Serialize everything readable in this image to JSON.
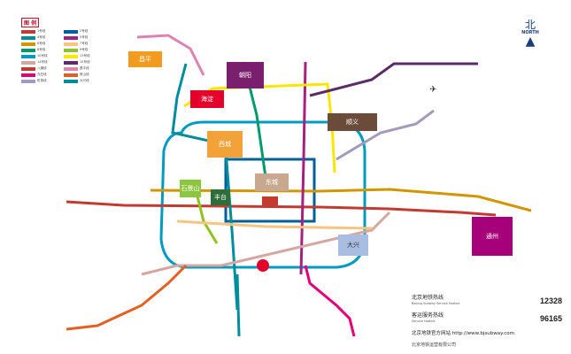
{
  "legend": {
    "title": "图 例",
    "lines": [
      {
        "label": "1号线",
        "color": "#c23a30"
      },
      {
        "label": "2号线",
        "color": "#006098"
      },
      {
        "label": "4号线",
        "color": "#008e9c"
      },
      {
        "label": "5号线",
        "color": "#a6217f"
      },
      {
        "label": "6号线",
        "color": "#d29700"
      },
      {
        "label": "7号线",
        "color": "#f6c582"
      },
      {
        "label": "8号线",
        "color": "#009b6b"
      },
      {
        "label": "9号线",
        "color": "#8fc31f"
      },
      {
        "label": "10号线",
        "color": "#009bc0"
      },
      {
        "label": "13号线",
        "color": "#f9e700"
      },
      {
        "label": "14号线",
        "color": "#d5a7a1"
      },
      {
        "label": "15号线",
        "color": "#5b2c68"
      },
      {
        "label": "八通线",
        "color": "#c23a30"
      },
      {
        "label": "昌平线",
        "color": "#de82b2"
      },
      {
        "label": "亦庄线",
        "color": "#e40077"
      },
      {
        "label": "房山线",
        "color": "#e46022"
      },
      {
        "label": "机场线",
        "color": "#a29bbb"
      },
      {
        "label": "大兴线",
        "color": "#008e9c"
      }
    ]
  },
  "compass": {
    "cn": "北",
    "en": "NORTH"
  },
  "districts": [
    {
      "name": "昌平",
      "sub": "",
      "color": "#f29c1f"
    },
    {
      "name": "海淀",
      "sub": "",
      "color": "#e4002b"
    },
    {
      "name": "朝阳",
      "sub": "",
      "color": "#7a1f6e"
    },
    {
      "name": "西城",
      "sub": "",
      "color": "#f3a23a"
    },
    {
      "name": "东城",
      "sub": "",
      "color": "#c8a98f"
    },
    {
      "name": "石景山",
      "sub": "",
      "color": "#8cc63f"
    },
    {
      "name": "丰台",
      "sub": "",
      "color": "#2d6e3a"
    },
    {
      "name": "顺义",
      "sub": "",
      "color": "#6b4c3b"
    },
    {
      "name": "通州",
      "sub": "",
      "color": "#a6007a"
    },
    {
      "name": "大兴",
      "sub": "",
      "color": "#a9bde3"
    }
  ],
  "hotline": {
    "line1_label": "北京地铁热线",
    "line1_sub": "Beijing Subway Service Hotline",
    "line1_num": "12328",
    "line2_label": "客运服务热线",
    "line2_sub": "Service Hotline",
    "line2_num": "96165",
    "web": "北京地铁官方网站 http://www.bjsubway.com",
    "operator": "北京地铁运营有限公司"
  },
  "colors": {
    "line1": "#c23a30",
    "line2": "#006098",
    "line4": "#008e9c",
    "line5": "#a6217f",
    "line6": "#d29700",
    "line7": "#f6c582",
    "line8": "#009b6b",
    "line9": "#8fc31f",
    "line10": "#009bc0",
    "line13": "#f9e700",
    "line14": "#d5a7a1",
    "line15": "#5b2c68",
    "changping": "#de82b2",
    "yizhuang": "#e40077",
    "fangshan": "#e46022",
    "airport": "#a29bbb",
    "daxing": "#008e9c"
  }
}
